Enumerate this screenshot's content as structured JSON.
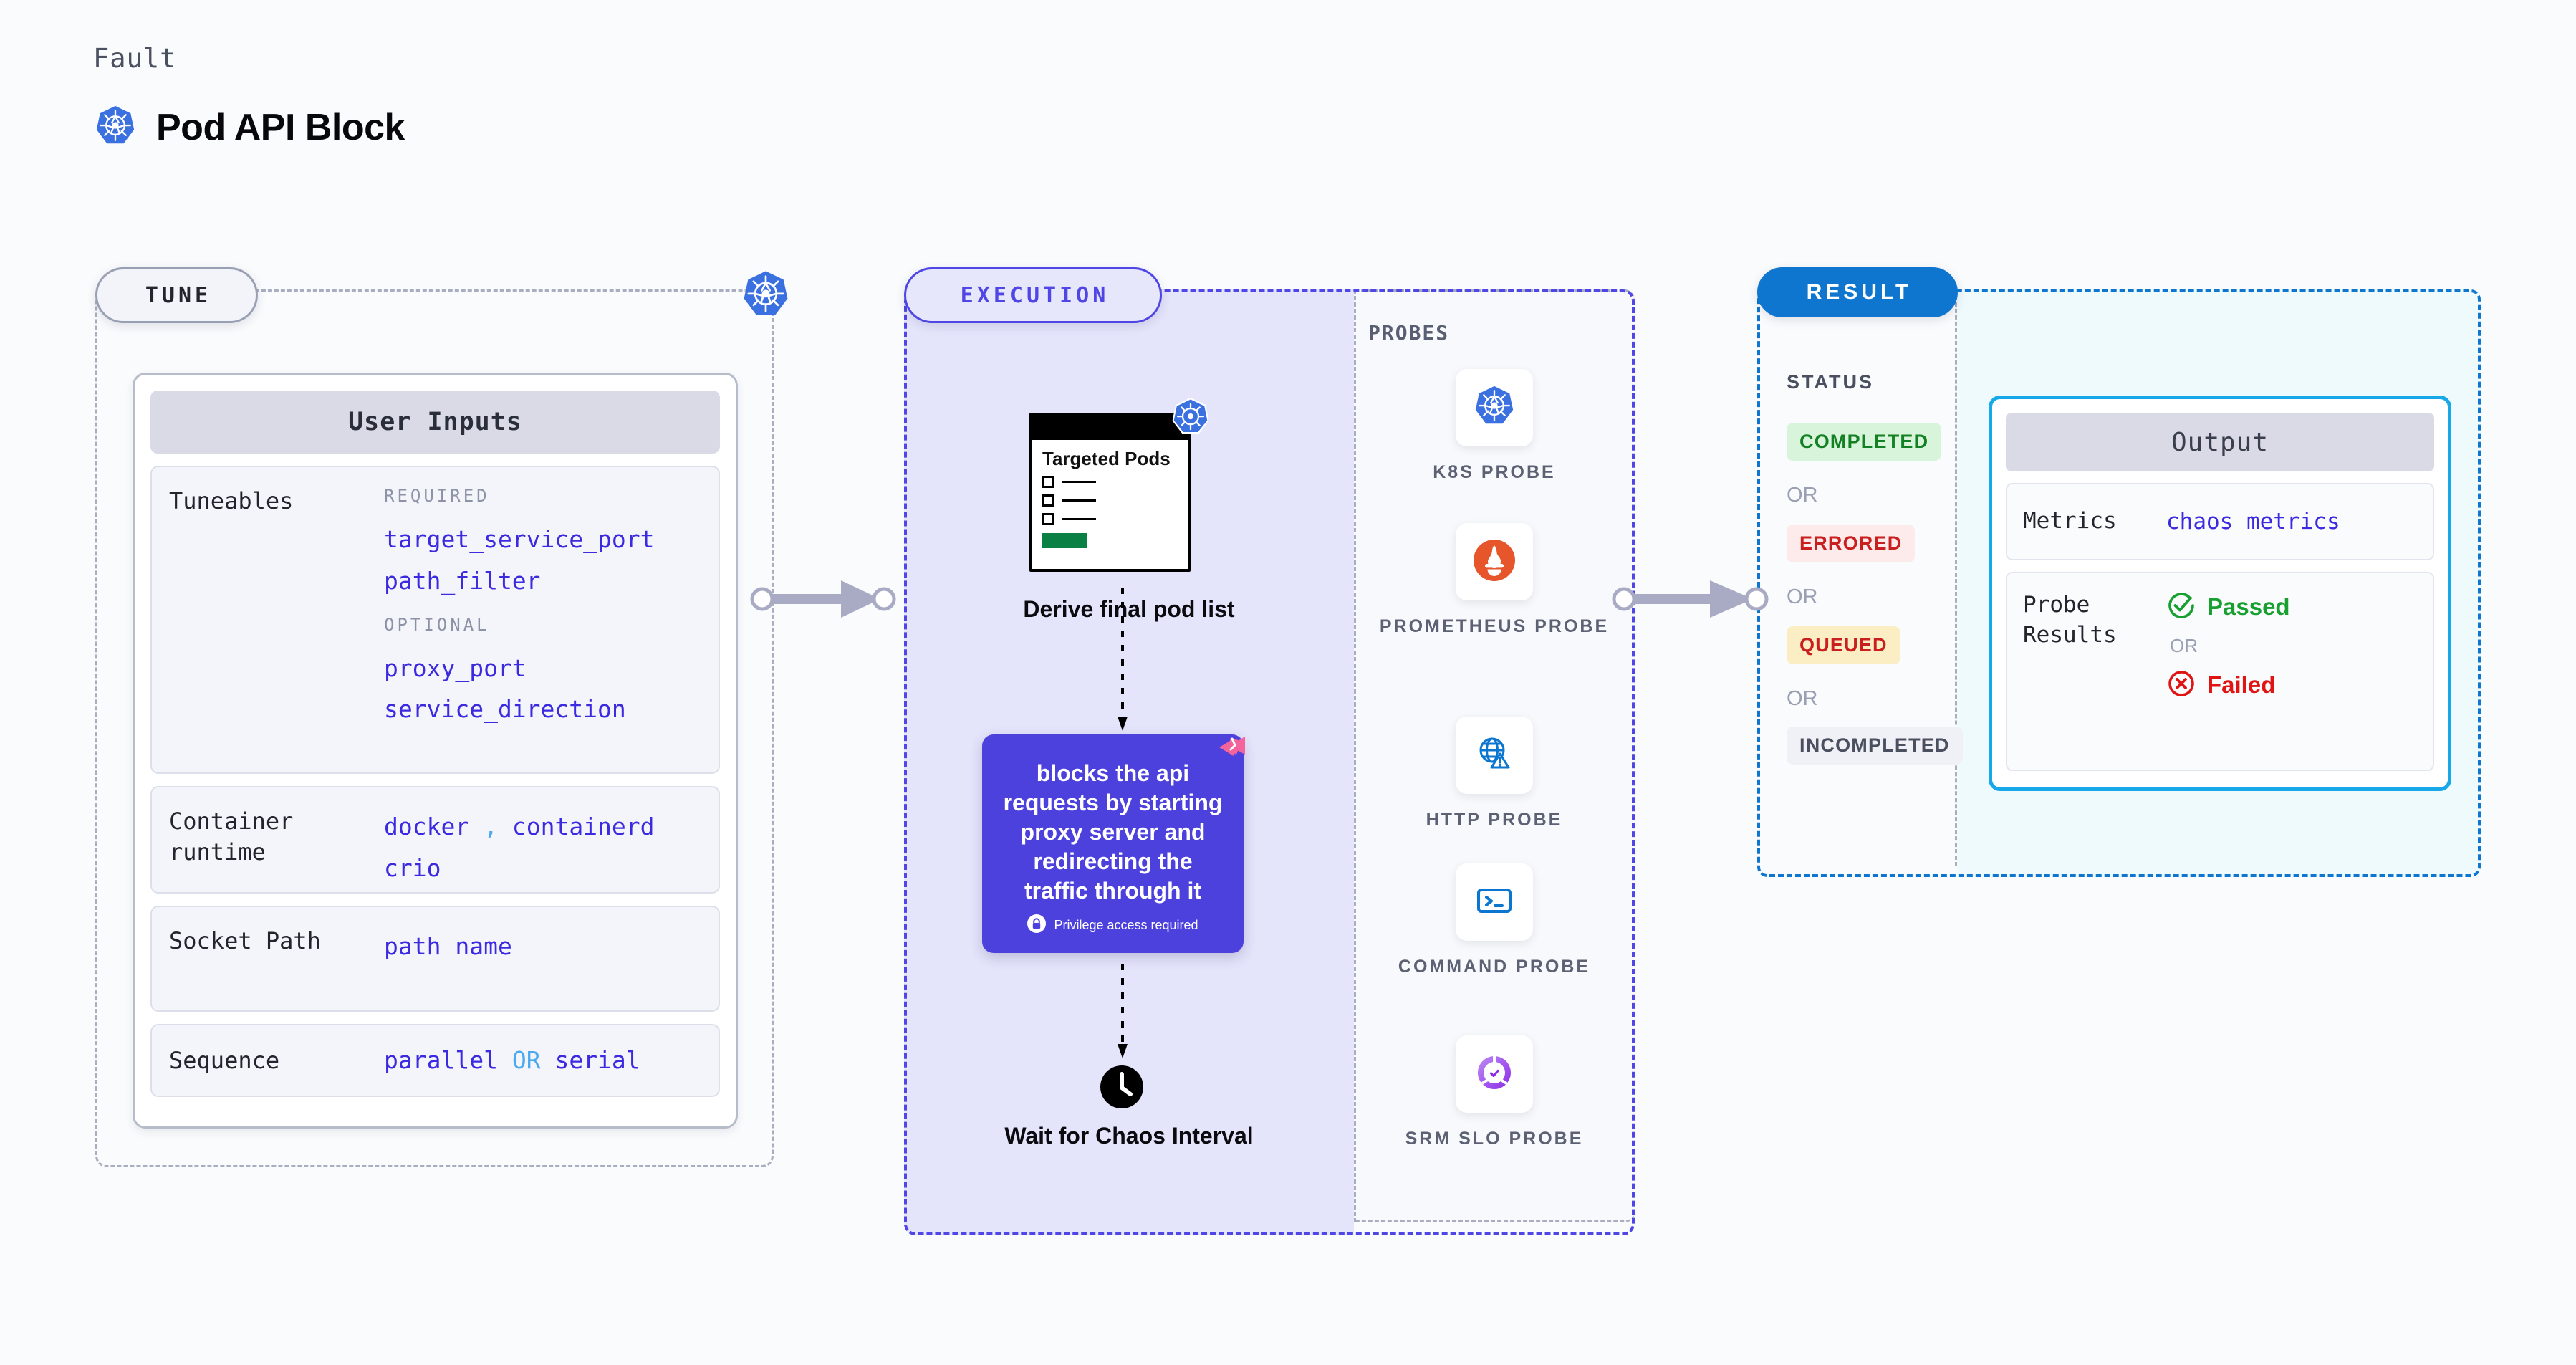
{
  "header": {
    "eyebrow": "Fault",
    "title": "Pod API Block",
    "icon": "kubernetes-icon"
  },
  "tune": {
    "pill_label": "TUNE",
    "badge_icon": "kubernetes-icon",
    "card_title": "User Inputs",
    "rows": [
      {
        "label": "Tuneables",
        "required_tag": "REQUIRED",
        "required_values": [
          "target_service_port",
          "path_filter"
        ],
        "optional_tag": "OPTIONAL",
        "optional_values": [
          "proxy_port",
          "service_direction"
        ]
      },
      {
        "label": "Container runtime",
        "values": [
          "docker",
          "containerd",
          "crio"
        ],
        "separator": ","
      },
      {
        "label": "Socket Path",
        "values": [
          "path name"
        ]
      },
      {
        "label": "Sequence",
        "values": [
          "parallel",
          "serial"
        ],
        "separator": "OR"
      }
    ]
  },
  "execution": {
    "pill_label": "EXECUTION",
    "pods_card": {
      "heading": "Targeted Pods",
      "badge_icon": "kubernetes-icon",
      "rows": 3
    },
    "derive_label": "Derive final pod list",
    "action_block": {
      "text": "blocks the api requests by starting proxy server and redirecting the traffic through it",
      "privilege_note": "Privilege access required",
      "privilege_icon": "lock-icon",
      "ribbon_icon": "harness-ribbon-icon",
      "color": "#4d41dd"
    },
    "wait_step": {
      "icon": "clock-icon",
      "label": "Wait for Chaos Interval"
    }
  },
  "probes": {
    "title": "PROBES",
    "items": [
      {
        "name": "K8S PROBE",
        "icon": "kubernetes-icon"
      },
      {
        "name": "PROMETHEUS PROBE",
        "icon": "prometheus-icon"
      },
      {
        "name": "HTTP PROBE",
        "icon": "globe-warning-icon"
      },
      {
        "name": "COMMAND PROBE",
        "icon": "terminal-icon"
      },
      {
        "name": "SRM SLO PROBE",
        "icon": "srm-slo-icon"
      }
    ]
  },
  "result": {
    "pill_label": "RESULT",
    "status_title": "STATUS",
    "or_label": "OR",
    "statuses": [
      {
        "label": "COMPLETED",
        "bg": "#d8f5dc",
        "fg": "#138024"
      },
      {
        "label": "ERRORED",
        "bg": "#fdeaea",
        "fg": "#c91f1f"
      },
      {
        "label": "QUEUED",
        "bg": "#fceec4",
        "fg": "#c91f1f"
      },
      {
        "label": "INCOMPLETED",
        "bg": "#f0f1f6",
        "fg": "#4b5061"
      }
    ],
    "output": {
      "title": "Output",
      "metrics_label": "Metrics",
      "metrics_value": "chaos metrics",
      "probe_label": "Probe Results",
      "passed_label": "Passed",
      "failed_label": "Failed",
      "or_label": "OR"
    }
  }
}
